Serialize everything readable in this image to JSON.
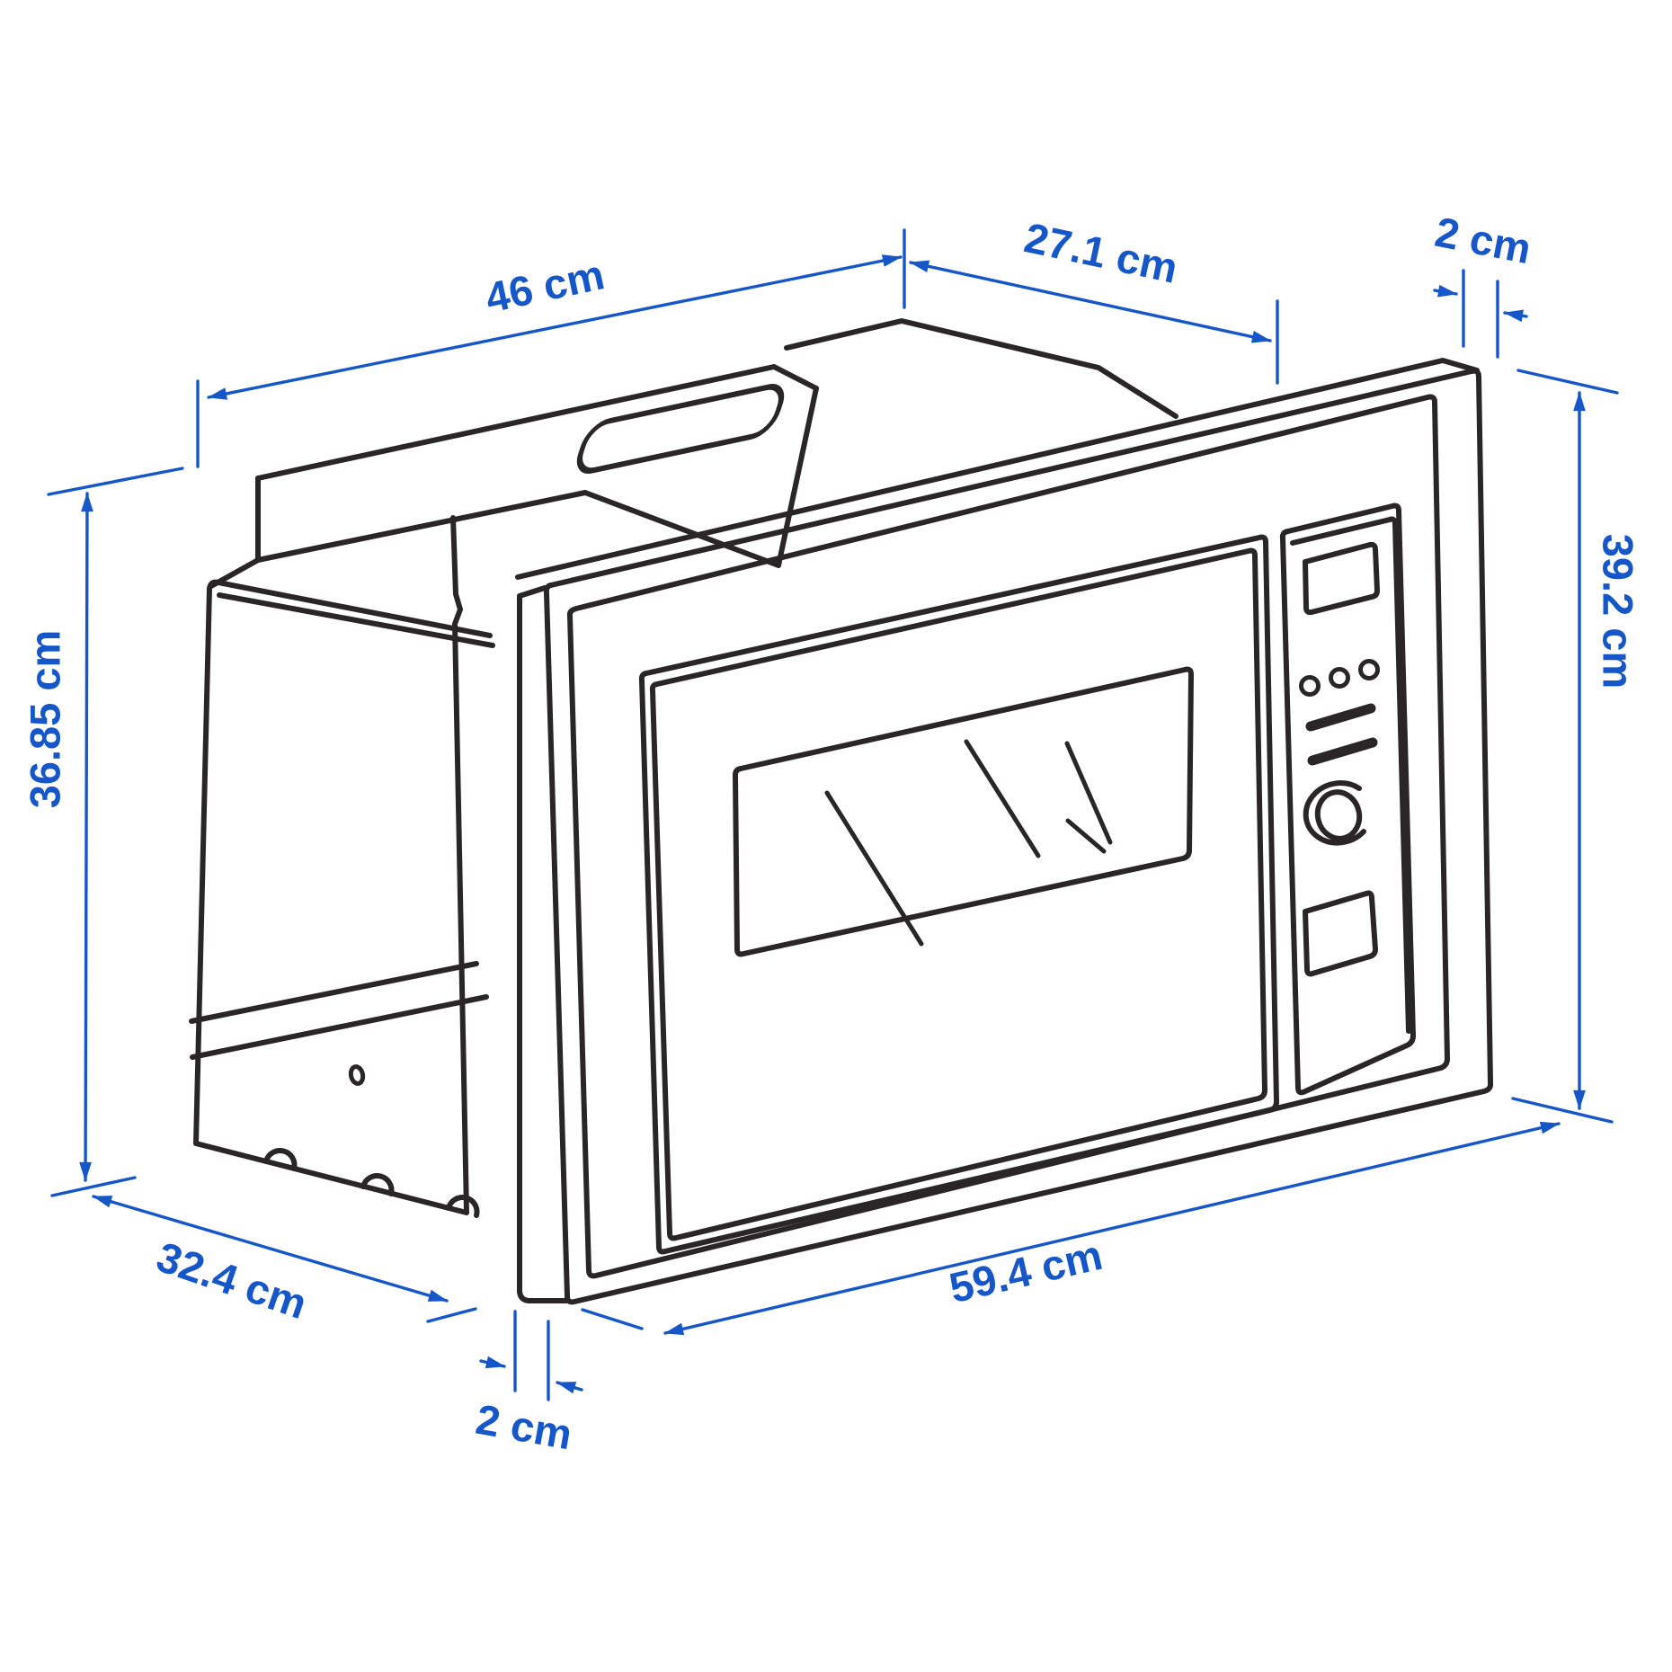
{
  "figure": {
    "title": "Built-in microwave dimension diagram",
    "background_color": "#ffffff",
    "line_color": "#2a2526",
    "accent_color": "#1556c8",
    "unit": "cm"
  },
  "dimensions": {
    "top_width": {
      "label": "46 cm",
      "value": 46
    },
    "top_depth": {
      "label": "27.1 cm",
      "value": 27.1
    },
    "top_thickness": {
      "label": "2 cm",
      "value": 2
    },
    "left_height": {
      "label": "36.85 cm",
      "value": 36.85
    },
    "right_height": {
      "label": "39.2 cm",
      "value": 39.2
    },
    "bottom_depth": {
      "label": "32.4 cm",
      "value": 32.4
    },
    "bottom_thickness": {
      "label": "2 cm",
      "value": 2
    },
    "front_width": {
      "label": "59.4 cm",
      "value": 59.4
    }
  }
}
